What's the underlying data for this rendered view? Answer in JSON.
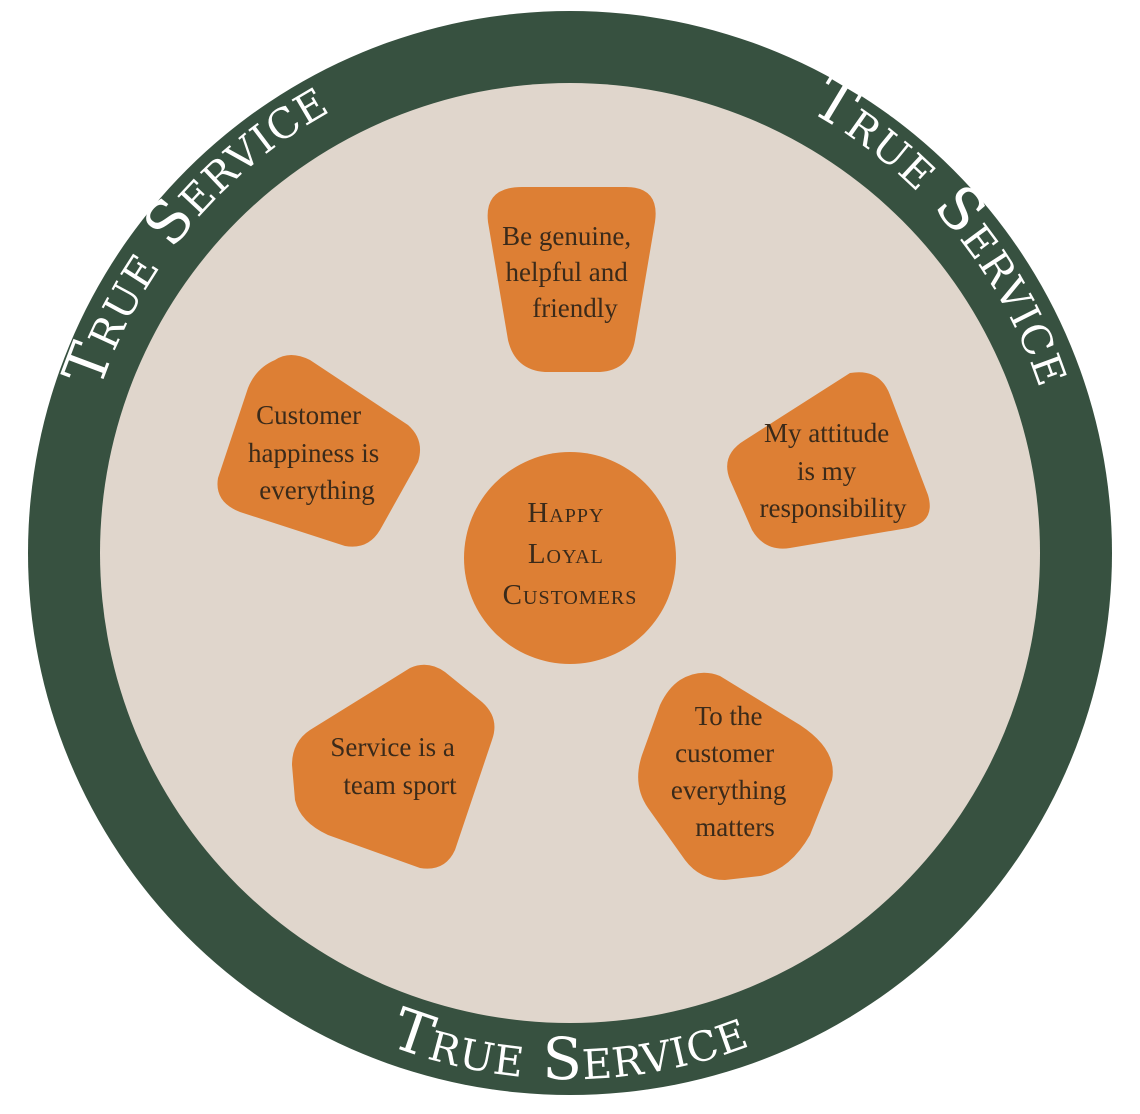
{
  "colors": {
    "ring": "#375140",
    "inner": "#e0d6cc",
    "node": "#dd7f34",
    "text": "#3a2a1a",
    "ring_text": "#ffffff"
  },
  "ring_labels": {
    "top_left": "True Service",
    "top_right": "True Service",
    "bottom": "True Service"
  },
  "center": {
    "line1": "Happy",
    "line2": "Loyal",
    "line3": "Customers"
  },
  "nodes": {
    "top": {
      "line1": "Be genuine,",
      "line2": "helpful and",
      "line3": "friendly"
    },
    "left": {
      "line1": "Customer",
      "line2": "happiness is",
      "line3": "everything"
    },
    "right": {
      "line1": "My attitude",
      "line2": "is my",
      "line3": "responsibility"
    },
    "bottom_left": {
      "line1": "Service is a",
      "line2": "team sport"
    },
    "bottom_right": {
      "line1": "To the",
      "line2": "customer",
      "line3": "everything",
      "line4": "matters"
    }
  }
}
